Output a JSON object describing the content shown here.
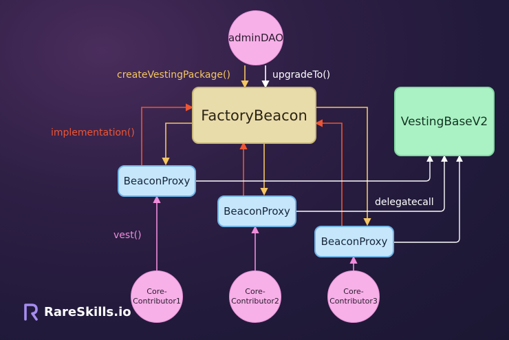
{
  "nodes": {
    "admin_dao": "adminDAO",
    "factory_beacon": "FactoryBeacon",
    "vesting_base": "VestingBaseV2",
    "proxy_1": "BeaconProxy",
    "proxy_2": "BeaconProxy",
    "proxy_3": "BeaconProxy",
    "contributor_1": "Core-Contributor1",
    "contributor_2": "Core-Contributor2",
    "contributor_3": "Core-Contributor3"
  },
  "edge_labels": {
    "create_vesting_package": "createVestingPackage()",
    "upgrade_to": "upgradeTo()",
    "implementation": "implementation()",
    "delegatecall": "delegatecall",
    "vest": "vest()"
  },
  "brand": {
    "name": "RareSkills.io",
    "logo_letter": "R"
  },
  "colors": {
    "create_arrow": "#f5c662",
    "upgrade_arrow": "#ffffff",
    "implementation_arrow": "#ee5533",
    "deploy_arrow": "#f5c662",
    "delegatecall_arrow": "#ffffff",
    "vest_arrow": "#f08cdc"
  }
}
